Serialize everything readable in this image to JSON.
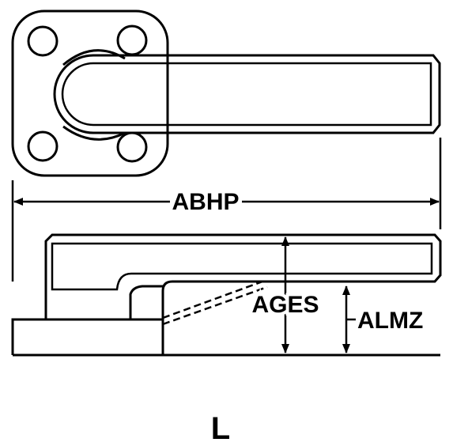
{
  "figure": {
    "type": "technical-drawing",
    "subject": "flush mount door handle with square base plate",
    "colors": {
      "ink": "#000000",
      "paper": "#ffffff"
    }
  },
  "dimensions": {
    "overall_length": "ABHP",
    "grip_height": "AGES",
    "clearance_height": "ALMZ"
  },
  "caption": "L"
}
